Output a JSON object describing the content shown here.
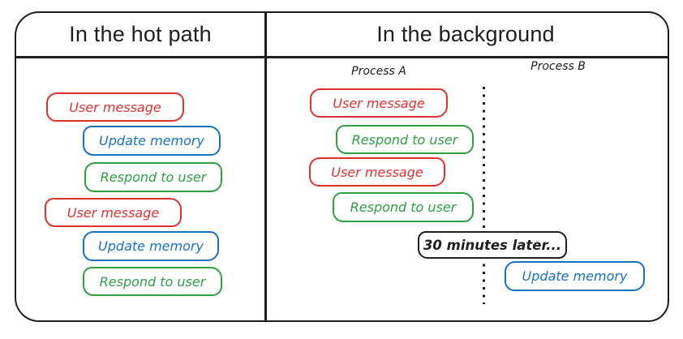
{
  "diagram": {
    "left_panel": {
      "title": "In the hot path",
      "steps": [
        {
          "label": "User message",
          "color": "red"
        },
        {
          "label": "Update memory",
          "color": "blue"
        },
        {
          "label": "Respond to user",
          "color": "green"
        },
        {
          "label": "User message",
          "color": "red"
        },
        {
          "label": "Update memory",
          "color": "blue"
        },
        {
          "label": "Respond to user",
          "color": "green"
        }
      ]
    },
    "right_panel": {
      "title": "In the background",
      "process_a": {
        "label": "Process A",
        "steps": [
          {
            "label": "User message",
            "color": "red"
          },
          {
            "label": "Respond to user",
            "color": "green"
          },
          {
            "label": "User message",
            "color": "red"
          },
          {
            "label": "Respond to user",
            "color": "green"
          }
        ]
      },
      "process_b": {
        "label": "Process B",
        "steps": [
          {
            "label": "Update memory",
            "color": "blue"
          }
        ]
      },
      "time_note": "30 minutes later..."
    },
    "colors": {
      "red": "#e03131",
      "blue": "#1971c2",
      "green": "#2f9e44",
      "ink": "#1e1e1e"
    }
  }
}
